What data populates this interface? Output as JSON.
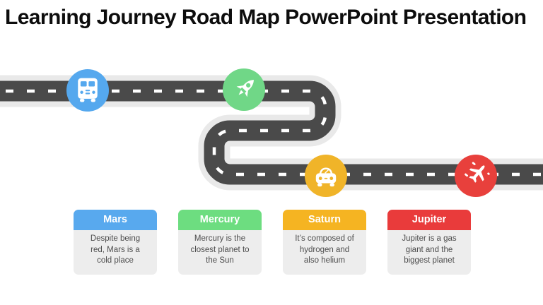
{
  "slide": {
    "title": "Learning Journey Road Map PowerPoint Presentation"
  },
  "road": {
    "surface_color": "#4a4a4a",
    "outline_color": "#e9e9e9",
    "lane_dash_color": "#ffffff"
  },
  "stops": [
    {
      "icon": "bus-icon",
      "color": "#55a8ee"
    },
    {
      "icon": "rocket-icon",
      "color": "#70d787"
    },
    {
      "icon": "car-icon",
      "color": "#f0b429"
    },
    {
      "icon": "plane-icon",
      "color": "#e8403c"
    }
  ],
  "cards": [
    {
      "title": "Mars",
      "header_color": "#58a9ee",
      "description": "Despite being\nred, Mars is a\ncold place"
    },
    {
      "title": "Mercury",
      "header_color": "#6ddd80",
      "description": "Mercury is the\nclosest planet to\nthe Sun"
    },
    {
      "title": "Saturn",
      "header_color": "#f5b422",
      "description": "It’s composed of\nhydrogen and\nalso helium"
    },
    {
      "title": "Jupiter",
      "header_color": "#e93b3b",
      "description": "Jupiter is a gas\ngiant and the\nbiggest planet"
    }
  ]
}
